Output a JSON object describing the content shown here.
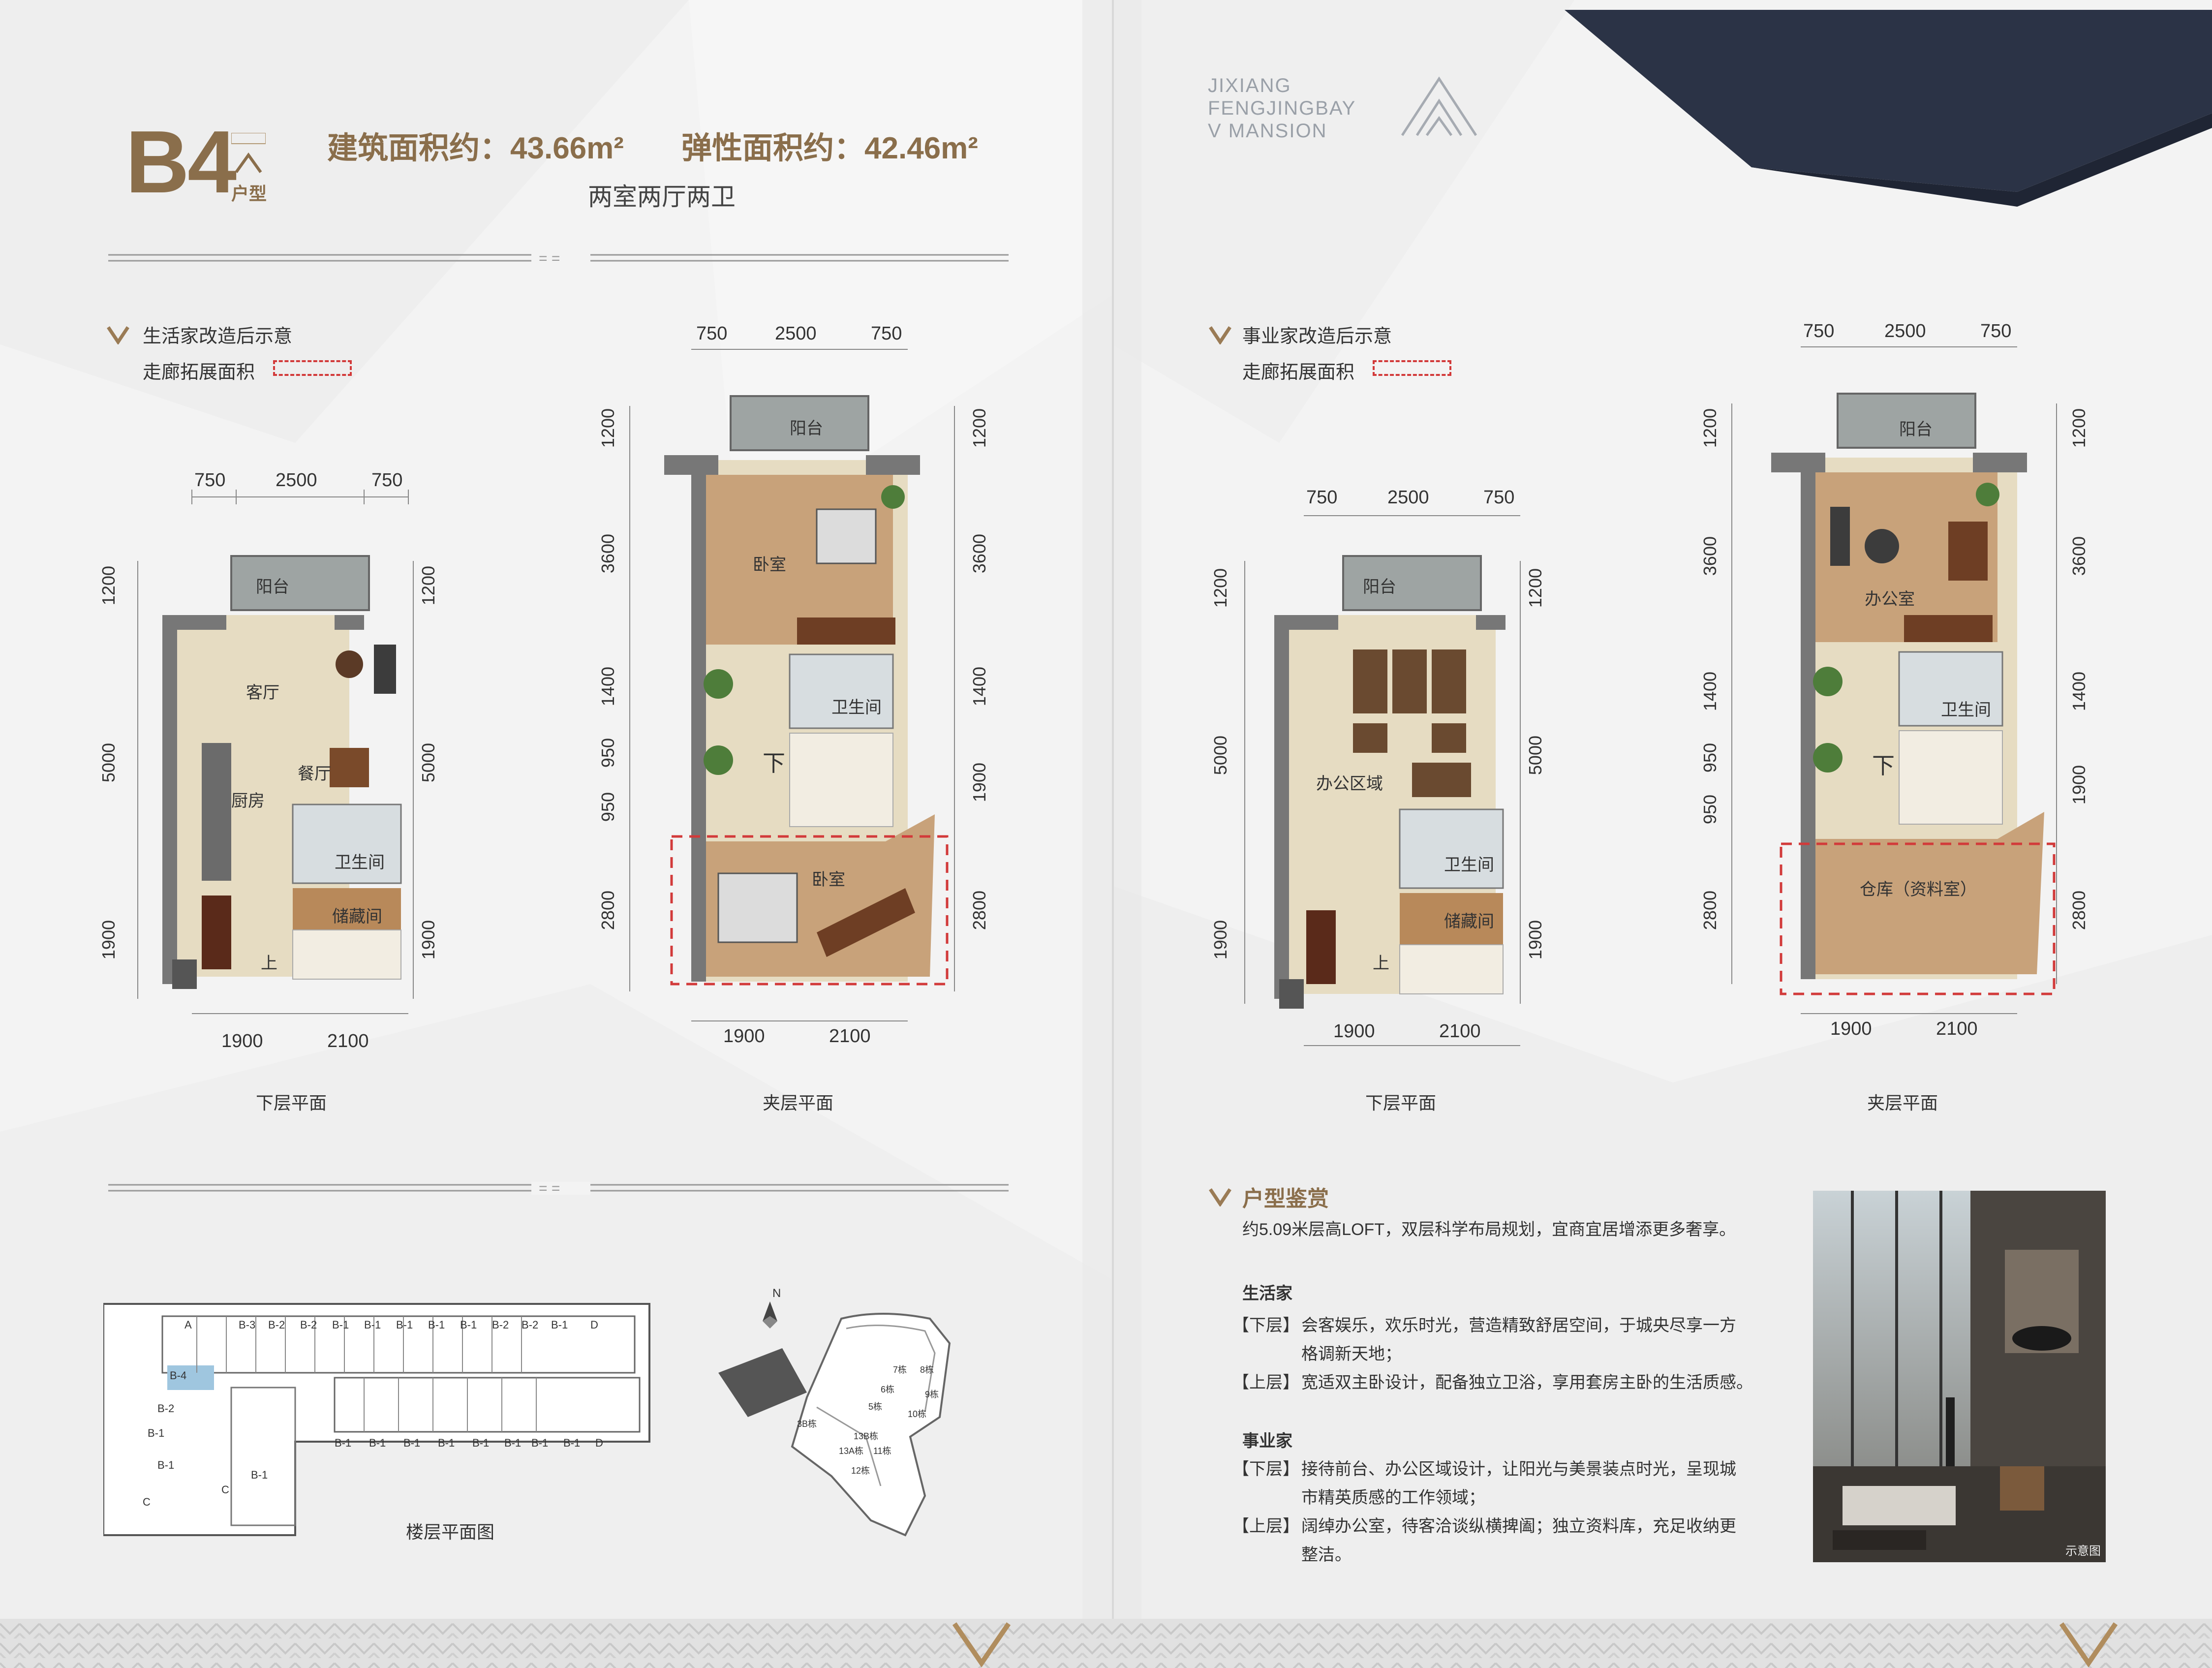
{
  "header": {
    "unit_code": "B4",
    "unit_label": "户型",
    "building_area": "建筑面积约：43.66m²",
    "flex_area": "弹性面积约：42.46m²",
    "layout_type": "两室两厅两卫"
  },
  "brand": {
    "line1": "JIXIANG",
    "line2": "FENGJINGBAY",
    "line3": "V MANSION"
  },
  "left_section": {
    "title": "生活家改造后示意",
    "corridor_label": "走廊拓展面积",
    "lower": {
      "caption": "下层平面",
      "top_dims": [
        "750",
        "2500",
        "750"
      ],
      "bottom_dims": [
        "1900",
        "2100"
      ],
      "side_dims": [
        "1200",
        "5000",
        "1900"
      ],
      "rooms": {
        "balcony": "阳台",
        "living": "客厅",
        "dining": "餐厅",
        "kitchen": "厨房",
        "bath": "卫生间",
        "storage": "储藏间",
        "up": "上"
      }
    },
    "mezz": {
      "caption": "夹层平面",
      "top_dims": [
        "750",
        "2500",
        "750"
      ],
      "bottom_dims": [
        "1900",
        "2100"
      ],
      "side_dims": [
        "1200",
        "3600",
        "1400",
        "950",
        "950",
        "2800"
      ],
      "right_dims": [
        "1200",
        "3600",
        "1400",
        "1900",
        "2800"
      ],
      "rooms": {
        "balcony": "阳台",
        "bedroom1": "卧室",
        "bath": "卫生间",
        "down": "下",
        "bedroom2": "卧室"
      }
    }
  },
  "right_section": {
    "title": "事业家改造后示意",
    "corridor_label": "走廊拓展面积",
    "lower": {
      "caption": "下层平面",
      "top_dims": [
        "750",
        "2500",
        "750"
      ],
      "bottom_dims": [
        "1900",
        "2100"
      ],
      "side_dims": [
        "1200",
        "5000",
        "1900"
      ],
      "rooms": {
        "balcony": "阳台",
        "office_area": "办公区域",
        "bath": "卫生间",
        "storage": "储藏间",
        "up": "上"
      }
    },
    "mezz": {
      "caption": "夹层平面",
      "top_dims": [
        "750",
        "2500",
        "750"
      ],
      "bottom_dims": [
        "1900",
        "2100"
      ],
      "side_dims": [
        "1200",
        "3600",
        "1400",
        "950",
        "950",
        "2800"
      ],
      "right_dims": [
        "1200",
        "3600",
        "1400",
        "1900",
        "2800"
      ],
      "rooms": {
        "balcony": "阳台",
        "office": "办公室",
        "bath": "卫生间",
        "down": "下",
        "warehouse": "仓库（资料室）"
      }
    }
  },
  "site": {
    "floor_plan_caption": "楼层平面图",
    "north": "N",
    "unit_labels_top": [
      "A",
      "B-3",
      "B-2",
      "B-2",
      "B-1",
      "B-1",
      "B-1",
      "B-1",
      "B-1",
      "B-2",
      "B-2",
      "B-1",
      "D"
    ],
    "unit_labels_bottom": [
      "B-1",
      "B-1",
      "B-1",
      "B-1",
      "B-1",
      "B-1",
      "B-1",
      "B-1",
      "D"
    ],
    "unit_labels_left": [
      "B-4",
      "B-2",
      "B-1",
      "B-1",
      "C",
      "C",
      "B-1"
    ],
    "site_labels": [
      "7栋",
      "8栋",
      "6栋",
      "9栋",
      "5栋",
      "10栋",
      "3B栋",
      "13B栋",
      "13A栋",
      "11栋",
      "12栋"
    ]
  },
  "appreciation": {
    "title": "户型鉴赏",
    "intro": "约5.09米层高LOFT，双层科学布局规划，宜商宜居增添更多奢享。",
    "life_title": "生活家",
    "life_lower_tag": "【下层】",
    "life_lower_line1": "会客娱乐，欢乐时光，营造精致舒居空间，于城央尽享一方",
    "life_lower_line2": "格调新天地；",
    "life_upper_tag": "【上层】",
    "life_upper_line1": "宽适双主卧设计，配备独立卫浴，享用套房主卧的生活质感。",
    "biz_title": "事业家",
    "biz_lower_tag": "【下层】",
    "biz_lower_line1": "接待前台、办公区域设计，让阳光与美景装点时光，呈现城",
    "biz_lower_line2": "市精英质感的工作领域；",
    "biz_upper_tag": "【上层】",
    "biz_upper_line1": "阔绰办公室，待客洽谈纵横捭阖；独立资料库，充足收纳更",
    "biz_upper_line2": "整洁。",
    "photo_caption": "示意图"
  },
  "colors": {
    "brand": "#8a6e4b",
    "floor": "#c9a77c",
    "tile": "#e6e0cf",
    "navy": "#2b3346",
    "redline": "#d23a3a"
  }
}
